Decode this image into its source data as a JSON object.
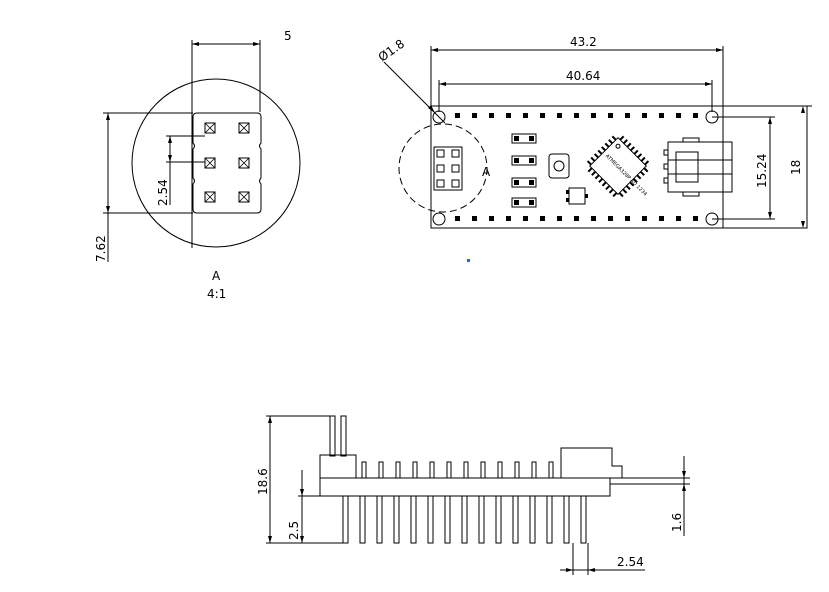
{
  "detail": {
    "dim_width": "5",
    "dim_pitch": "2.54",
    "dim_height": "7.62",
    "label": "A",
    "scale": "4:1"
  },
  "top_view": {
    "dim_hole": "Ø1.8",
    "dim_length": "43.2",
    "dim_hole_span": "40.64",
    "dim_width": "18",
    "dim_pin_span": "15.24",
    "detail_callout": "A",
    "chip_marking": "ATMEGA328P AU 1234"
  },
  "side_view": {
    "dim_height": "18.6",
    "dim_below": "2.5",
    "dim_board": "1.6",
    "dim_pitch": "2.54"
  },
  "colors": {
    "line": "#000000",
    "marker": "#3366cc"
  }
}
